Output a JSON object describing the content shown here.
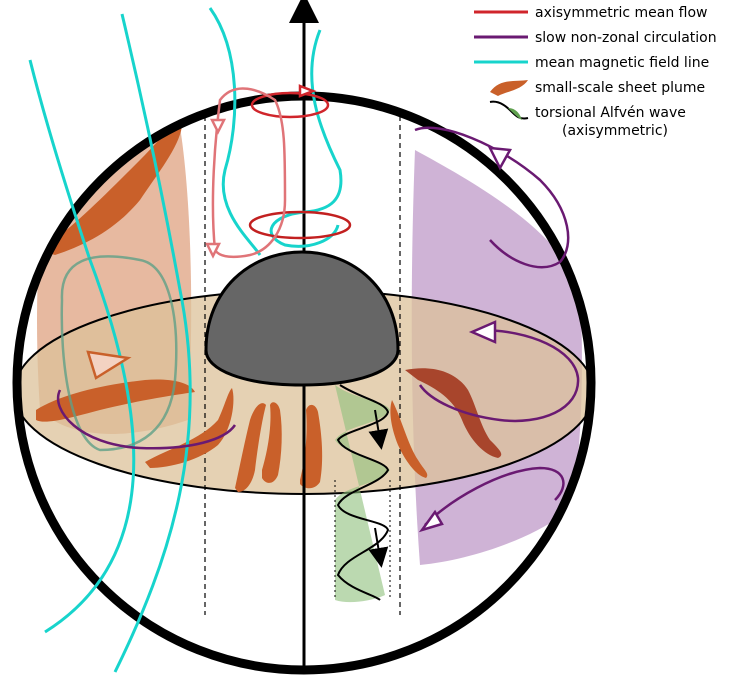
{
  "legend": {
    "items": [
      {
        "key": "axisymmetric-mean-flow",
        "label": "axisymmetric mean flow",
        "color": "#d0252b"
      },
      {
        "key": "slow-non-zonal-circulation",
        "label": "slow non-zonal circulation",
        "color": "#6a1a72"
      },
      {
        "key": "mean-magnetic-field-line",
        "label": "mean magnetic field line",
        "color": "#17d4cc"
      },
      {
        "key": "small-scale-sheet-plume",
        "label": "small-scale sheet plume",
        "color": "#c9602a"
      },
      {
        "key": "torsional-alfven-wave",
        "label": "torsional Alfvén wave",
        "color": "#5fa04e"
      }
    ],
    "wave_note": "(axisymmetric)"
  },
  "colors": {
    "sphere_outline": "#000000",
    "equator_fill": "#dcc29a",
    "inner_core": "#666666",
    "plume_fill": "#c9602a",
    "plume_shade": "#e3ad8f",
    "nonzonal_shade": "#c7a6cf",
    "wave_fill": "#8ec07c"
  }
}
